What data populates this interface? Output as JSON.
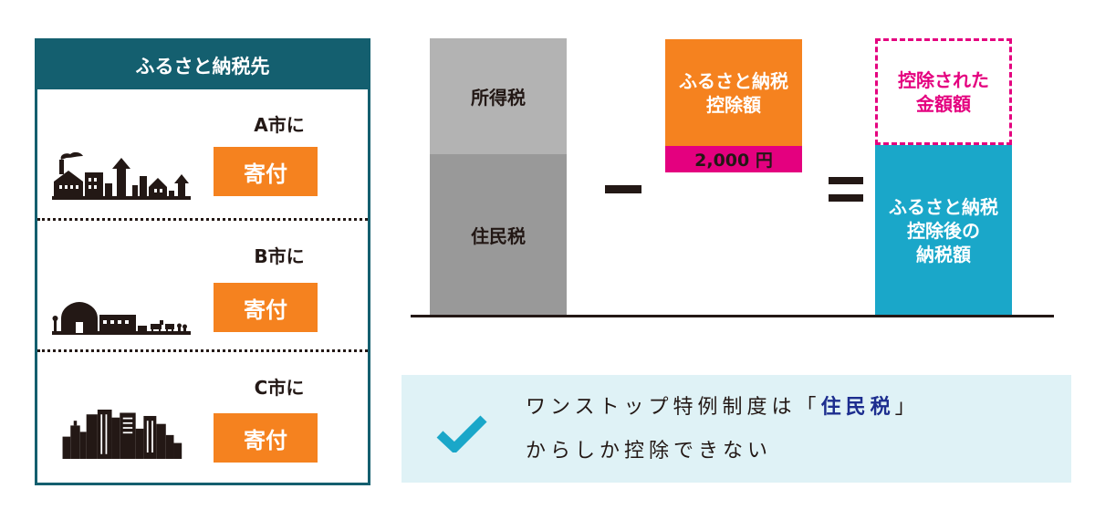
{
  "panel": {
    "title": "ふるさと納税先",
    "items": [
      {
        "label": "A市に",
        "button": "寄付"
      },
      {
        "label": "B市に",
        "button": "寄付"
      },
      {
        "label": "C市に",
        "button": "寄付"
      }
    ]
  },
  "diagram": {
    "income_tax": "所得税",
    "resident_tax": "住民税",
    "minus": "－",
    "equals": "＝",
    "deduction_line1": "ふるさと納税",
    "deduction_line2": "控除額",
    "self_pay": "2,000 円",
    "deducted_line1": "控除された",
    "deducted_line2": "金額額",
    "after_line1": "ふるさと納税",
    "after_line2": "控除後の",
    "after_line3": "納税額"
  },
  "note": {
    "line1_prefix": "ワンストップ特例制度は「",
    "line1_highlight": "住民税",
    "line1_suffix": "」",
    "line2": "からしか控除できない"
  },
  "colors": {
    "teal_dark": "#145f6f",
    "orange": "#f5821f",
    "magenta": "#e4007f",
    "cyan": "#1aa7c9",
    "gray_light": "#b3b3b3",
    "gray_dark": "#999999",
    "note_bg": "#dff2f6",
    "check": "#1aa7c9",
    "highlight_text": "#1d2e8f"
  }
}
